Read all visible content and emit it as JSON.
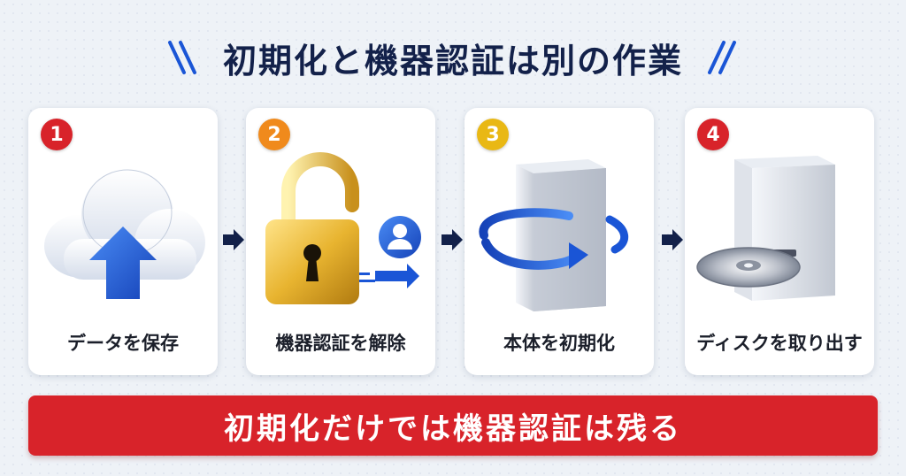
{
  "title": "初期化と機器認証は別の作業",
  "steps": [
    {
      "number": "1",
      "label": "データを保存",
      "badge_color": "#d8232a",
      "icon": "cloud-upload-icon"
    },
    {
      "number": "2",
      "label": "機器認証を解除",
      "badge_color": "#f08a1c",
      "icon": "unlocked-padlock-icon"
    },
    {
      "number": "3",
      "label": "本体を初期化",
      "badge_color": "#e9b814",
      "icon": "device-reset-icon"
    },
    {
      "number": "4",
      "label": "ディスクを取り出す",
      "badge_color": "#d8232a",
      "icon": "disc-eject-icon"
    }
  ],
  "banner": "初期化だけでは機器認証は残る",
  "colors": {
    "accent_blue": "#1a55d6",
    "banner_red": "#d8232a",
    "title_navy": "#13214a"
  }
}
